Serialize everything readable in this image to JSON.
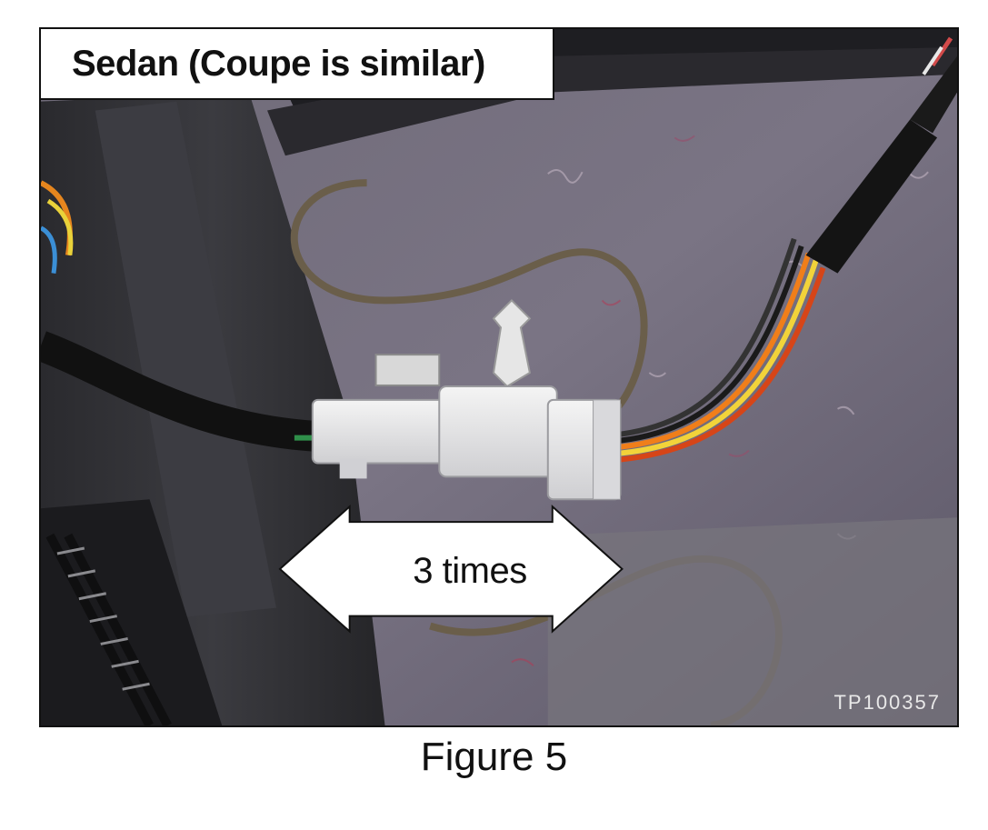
{
  "photo": {
    "label": "Sedan  (Coupe is similar)",
    "arrow_text": "3 times",
    "watermark": "TP100357"
  },
  "figure": {
    "caption": "Figure 5"
  }
}
